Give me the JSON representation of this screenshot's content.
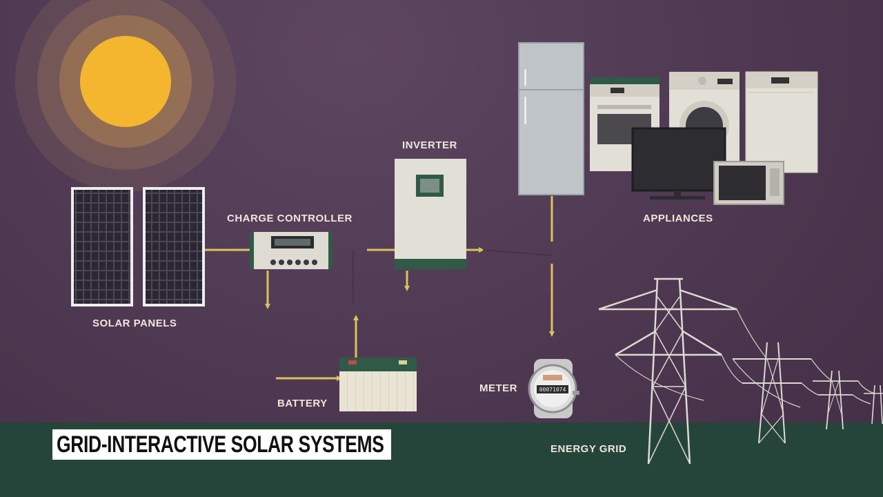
{
  "labels": {
    "solar_panels": "SOLAR PANELS",
    "charge_controller": "CHARGE CONTROLLER",
    "inverter": "INVERTER",
    "appliances": "APPLIANCES",
    "battery": "BATTERY",
    "meter": "METER",
    "energy_grid": "ENERGY GRID"
  },
  "caption": {
    "title": "GRID-INTERACTIVE SOLAR SYSTEMS"
  },
  "meter": {
    "reading": "00071074"
  },
  "colors": {
    "background": "#4e3851",
    "ground": "#25453b",
    "sun": "#f3b62e",
    "wire": "#dcc25a",
    "device_body": "#dedbd2",
    "device_accent": "#2f5a46"
  }
}
